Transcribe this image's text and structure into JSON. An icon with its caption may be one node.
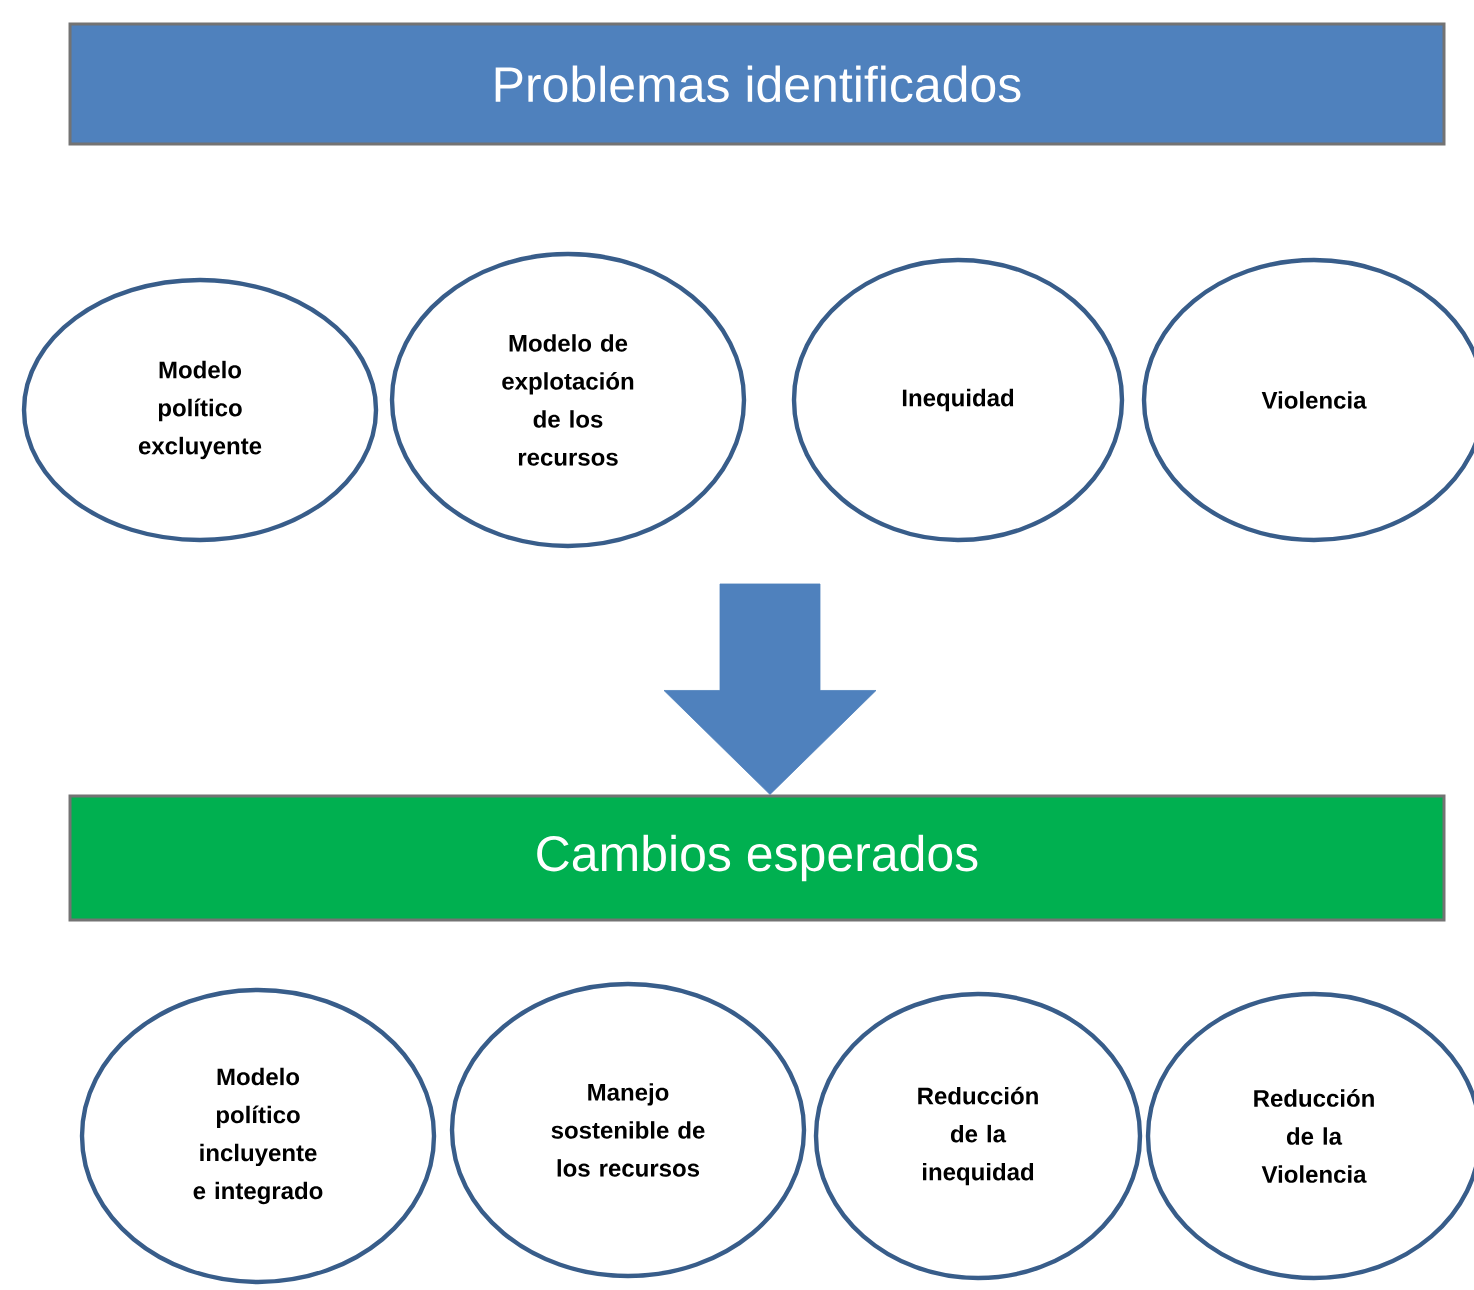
{
  "diagram": {
    "nodes": [
      {
        "text": [
          "Problemas identificados"
        ]
      },
      {
        "text": [
          "Modelo político excluyente"
        ]
      },
      {
        "text": [
          "Modelo de explotación de los recursos"
        ]
      },
      {
        "text": [
          "Inequidad"
        ]
      },
      {
        "text": [
          "Violencia"
        ]
      },
      {
        "text": [
          "Cambios esperados"
        ]
      },
      {
        "text": [
          "Modelo político incluyente e integrado"
        ]
      },
      {
        "text": [
          "Manejo sostenible de los recursos"
        ]
      },
      {
        "text": [
          "Reducción de la inequidad"
        ]
      },
      {
        "text": [
          "Reducción de la Violencia"
        ]
      }
    ],
    "edges": [
      {
        "from": null,
        "to": 5,
        "arrow": "to"
      }
    ]
  }
}
